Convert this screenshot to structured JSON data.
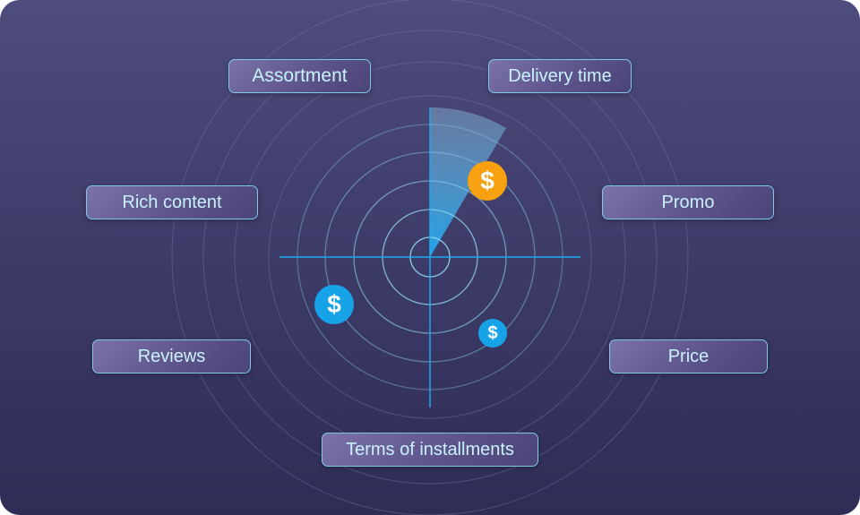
{
  "labels": {
    "assortment": "Assortment",
    "delivery_time": "Delivery time",
    "rich_content": "Rich content",
    "promo": "Promo",
    "reviews": "Reviews",
    "price": "Price",
    "terms": "Terms of installments"
  },
  "coins": {
    "symbol": "$",
    "highlight_color": "#f7a010",
    "default_color": "#17a3e8"
  }
}
